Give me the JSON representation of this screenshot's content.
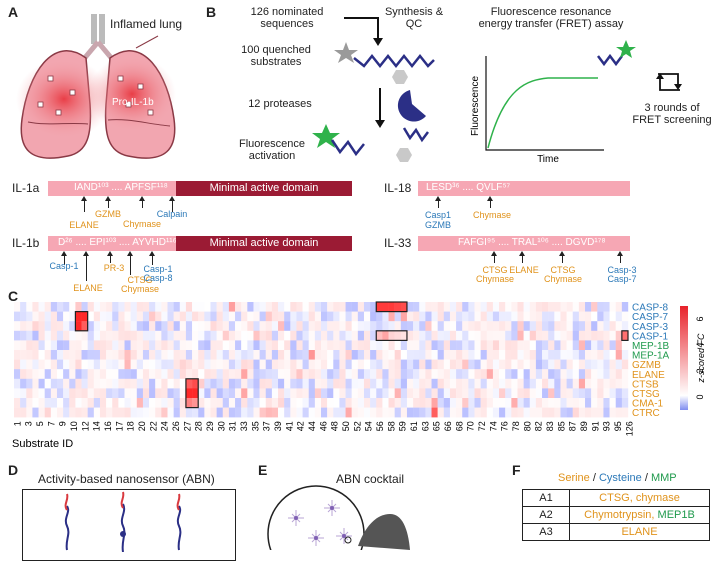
{
  "panels": {
    "a": "A",
    "b": "B",
    "c": "C",
    "d": "D",
    "e": "E",
    "f": "F"
  },
  "panelA": {
    "title": "Inflamed lung",
    "pro": "Pro-IL-1b"
  },
  "panelB": {
    "step1": "126 nominated sequences",
    "step2": "100 quenched substrates",
    "step3": "12 proteases",
    "step4": "Fluorescence activation",
    "synth": "Synthesis & QC",
    "fret_title": "Fluorescence resonance energy transfer (FRET) assay",
    "ylabel": "Fluorescence",
    "xlabel": "Time",
    "rounds": "3 rounds of FRET screening",
    "colors": {
      "green": "#2fb24b",
      "navy": "#2b2f86",
      "gray": "#9a9a9a"
    }
  },
  "substrates": {
    "il1a": {
      "name": "IL-1a",
      "seq": "IAND¹⁰³ .... APFSF¹¹⁸",
      "domain": "Minimal active domain",
      "cuts": [
        {
          "lines": [
            "ELANE"
          ],
          "c": "orange"
        },
        {
          "lines": [
            "GZMB"
          ],
          "c": "orange"
        },
        {
          "lines": [
            "Calpain"
          ],
          "c": "blue"
        },
        {
          "lines": [
            "Chymase"
          ],
          "c": "orange"
        }
      ]
    },
    "il1b": {
      "name": "IL-1b",
      "seq": "D²⁶ .... EPI¹⁰³ .... AYVHD¹¹⁶",
      "domain": "Minimal active domain",
      "cuts": [
        {
          "lines": [
            "Casp-1"
          ],
          "c": "blue"
        },
        {
          "lines": [
            "ELANE"
          ],
          "c": "orange"
        },
        {
          "lines": [
            "PR-3"
          ],
          "c": "orange"
        },
        {
          "lines": [
            "CTSG",
            "Chymase"
          ],
          "c": "orange"
        },
        {
          "lines": [
            "Casp-1",
            "Casp-8"
          ],
          "c": "blue"
        }
      ]
    },
    "il18": {
      "name": "IL-18",
      "seq": "LESD³⁶ .... QVLF⁵⁷",
      "cuts": [
        {
          "lines": [
            "Casp1"
          ],
          "c": "blue"
        },
        {
          "lines": [
            "GZMB"
          ],
          "c": "blue"
        },
        {
          "lines": [
            "Chymase"
          ],
          "c": "orange"
        }
      ]
    },
    "il33": {
      "name": "IL-33",
      "seq": "FAFGI⁹⁵ .... TRAL¹⁰⁶ .... DGVD¹⁷⁸",
      "cuts": [
        {
          "lines": [
            "CTSG",
            "Chymase"
          ],
          "c": "orange"
        },
        {
          "lines": [
            "ELANE"
          ],
          "c": "orange"
        },
        {
          "lines": [
            "CTSG",
            "Chymase"
          ],
          "c": "orange"
        },
        {
          "lines": [
            "Casp-3",
            "Casp-7"
          ],
          "c": "blue"
        }
      ]
    }
  },
  "chart_data": {
    "type": "heatmap",
    "proteases": [
      {
        "name": "CASP-8",
        "c": "blue"
      },
      {
        "name": "CASP-7",
        "c": "blue"
      },
      {
        "name": "CASP-3",
        "c": "blue"
      },
      {
        "name": "CASP-1",
        "c": "blue"
      },
      {
        "name": "MEP-1B",
        "c": "green"
      },
      {
        "name": "MEP-1A",
        "c": "green"
      },
      {
        "name": "GZMB",
        "c": "orange"
      },
      {
        "name": "ELANE",
        "c": "orange"
      },
      {
        "name": "CTSB",
        "c": "orange"
      },
      {
        "name": "CTSG",
        "c": "orange"
      },
      {
        "name": "CMA-1",
        "c": "orange"
      },
      {
        "name": "CTRC",
        "c": "orange"
      }
    ],
    "xlabel": "Substrate ID",
    "xticks": [
      "1",
      "3",
      "5",
      "7",
      "9",
      "10",
      "12",
      "14",
      "16",
      "17",
      "18",
      "20",
      "22",
      "24",
      "26",
      "27",
      "28",
      "29",
      "30",
      "31",
      "33",
      "35",
      "37",
      "39",
      "41",
      "42",
      "44",
      "46",
      "48",
      "50",
      "52",
      "54",
      "56",
      "58",
      "59",
      "61",
      "63",
      "65",
      "66",
      "68",
      "70",
      "72",
      "74",
      "76",
      "78",
      "80",
      "82",
      "83",
      "85",
      "87",
      "89",
      "91",
      "93",
      "95",
      "126"
    ],
    "colorbar": {
      "label": "z-scored FC",
      "ticks": [
        "0",
        "2",
        "4",
        "6"
      ],
      "range": [
        -1,
        7
      ]
    },
    "highlights": [
      "CASP-8 59-63",
      "CASP-7 10-12",
      "CASP-1 59-63",
      "CASP-1 126",
      "CTSG 28-29",
      "ELANE 28-29"
    ],
    "seed": 7
  },
  "panelD": {
    "title": "Activity-based nanosensor (ABN)"
  },
  "panelE": {
    "title": "ABN cocktail"
  },
  "panelF": {
    "legend": {
      "serine": "Serine",
      "sep1": " / ",
      "cysteine": "Cysteine",
      "sep2": " / ",
      "mmp": "MMP"
    },
    "rows": [
      {
        "id": "A1",
        "p1": "CTSG, chymase",
        "p1c": "orange",
        "p2": "",
        "p2c": ""
      },
      {
        "id": "A2",
        "p1": "Chymotrypsin,",
        "p1c": "orange",
        "p2": " MEP1B",
        "p2c": "green"
      },
      {
        "id": "A3",
        "p1": "ELANE",
        "p1c": "orange",
        "p2": "",
        "p2c": ""
      }
    ]
  }
}
